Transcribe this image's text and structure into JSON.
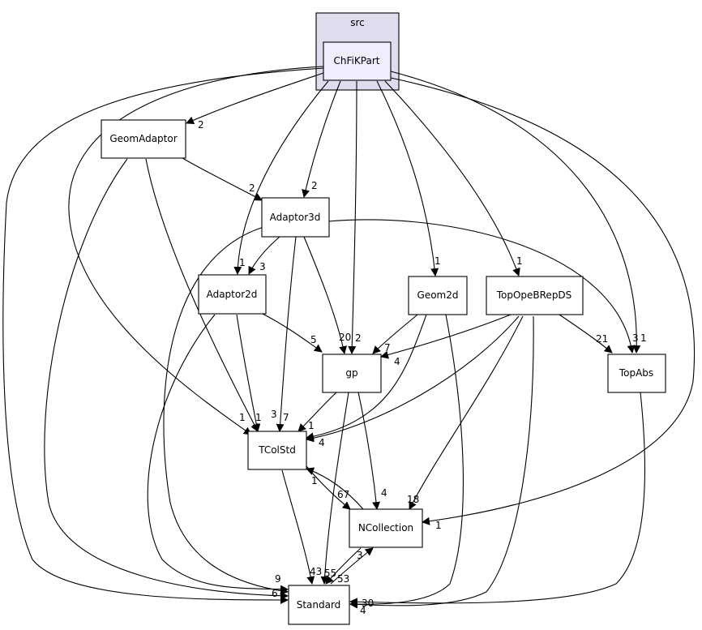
{
  "cluster": {
    "label": "src"
  },
  "nodes": {
    "chfikpart": "ChFiKPart",
    "geomadaptor": "GeomAdaptor",
    "adaptor3d": "Adaptor3d",
    "adaptor2d": "Adaptor2d",
    "geom2d": "Geom2d",
    "topopebrepds": "TopOpeBRepDS",
    "gp": "gp",
    "topabs": "TopAbs",
    "tcolstd": "TColStd",
    "ncollection": "NCollection",
    "standard": "Standard"
  },
  "edge_labels": {
    "chf_geomadaptor": "2",
    "geomadaptor_adaptor3d": "2",
    "chf_adaptor3d": "2",
    "adaptor3d_adaptor2d": "3",
    "chf_adaptor2d": "1",
    "chf_geom2d": "1",
    "chf_topope": "1",
    "adaptor2d_gp": "5",
    "adaptor3d_gp": "20",
    "chf_gp": "2",
    "geom2d_gp": "7",
    "topope_gp": "4",
    "topope_topabs": "21",
    "adaptor3d_topabs": "3",
    "chf_topabs": "1",
    "chf_tcolstd": "1",
    "geomadaptor_tcolstd": "1",
    "adaptor2d_tcolstd": "3",
    "adaptor3d_tcolstd": "7",
    "gp_tcolstd": "1",
    "tcolstd_mid": "4",
    "tcolstd_ncollection": "1",
    "ncollection_tcolstd": "67",
    "gp_ncollection": "4",
    "topope_ncollection": "18",
    "chf_ncollection": "1",
    "std_left_9": "9",
    "std_left_6": "6",
    "std_in_43": "43",
    "std_in_55": "55",
    "std_in_3": "3",
    "std_in_53": "53",
    "std_right_30": "30",
    "std_right_4": "4"
  }
}
